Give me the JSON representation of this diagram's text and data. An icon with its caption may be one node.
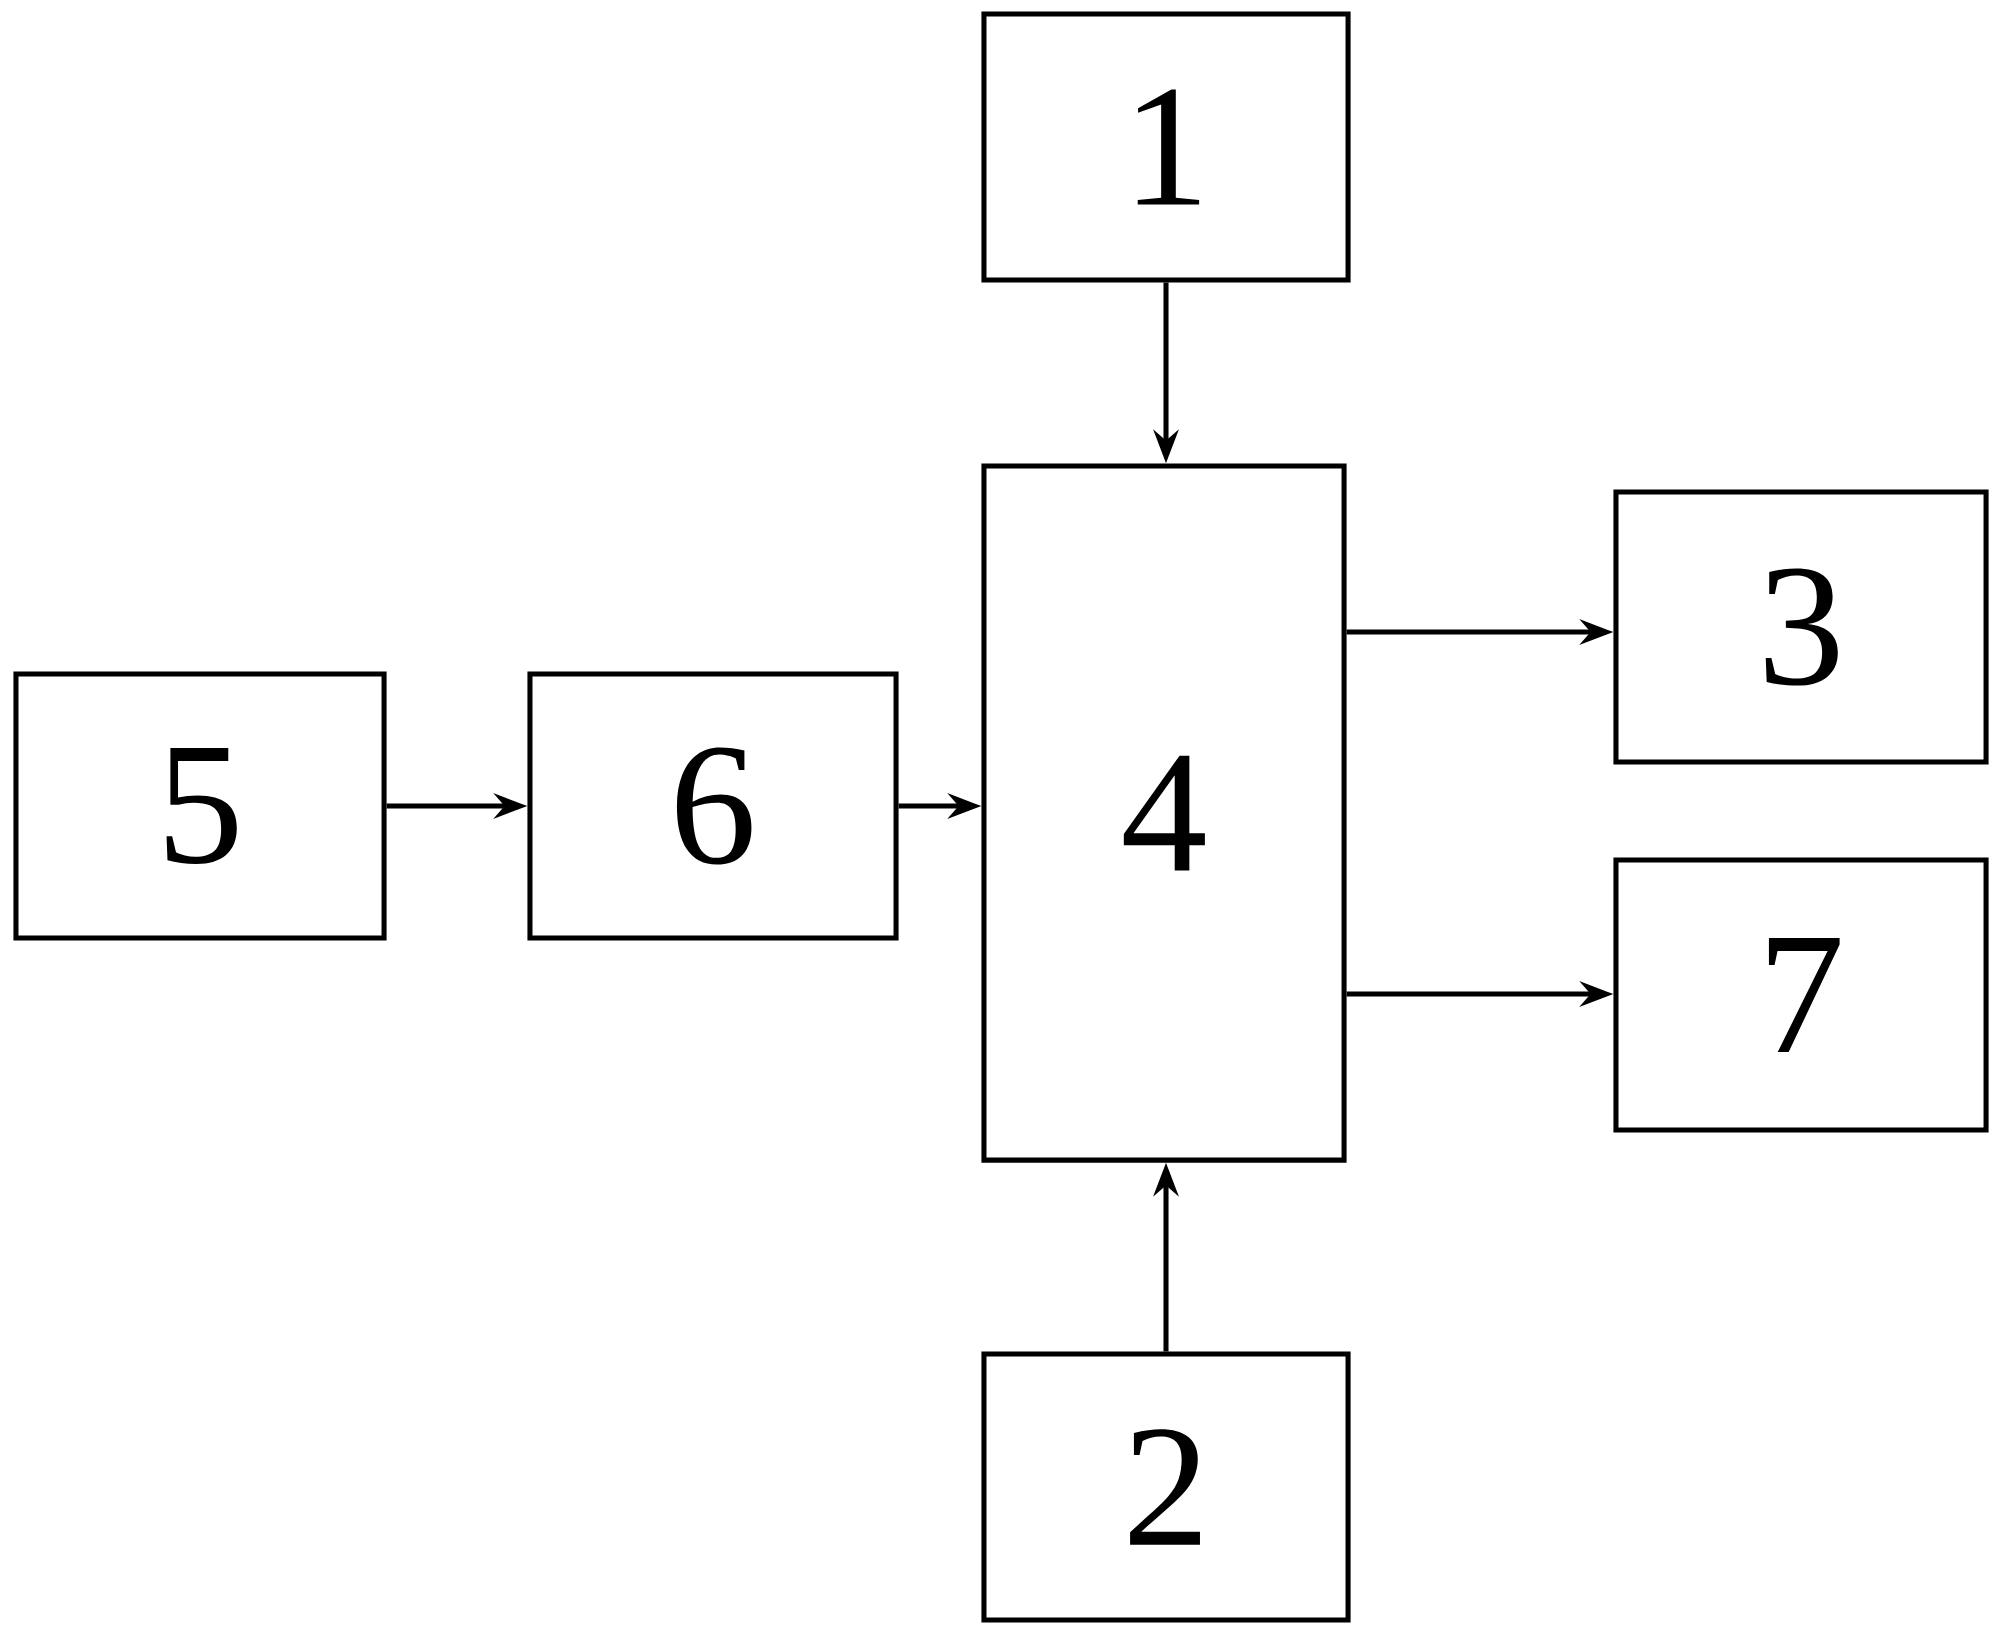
{
  "diagram": {
    "nodes": [
      {
        "text": [
          "1"
        ]
      },
      {
        "text": [
          "4"
        ]
      },
      {
        "text": [
          "3"
        ]
      },
      {
        "text": [
          "5"
        ]
      },
      {
        "text": [
          "6"
        ]
      },
      {
        "text": [
          "7"
        ]
      },
      {
        "text": [
          "2"
        ]
      }
    ],
    "edges": [
      {
        "from": 0,
        "to": 1,
        "arrow": "to"
      },
      {
        "from": 3,
        "to": 4,
        "arrow": "to"
      },
      {
        "from": 4,
        "to": 1,
        "arrow": "to"
      },
      {
        "from": 1,
        "to": 2,
        "arrow": "to"
      },
      {
        "from": 1,
        "to": 5,
        "arrow": "to"
      },
      {
        "from": 6,
        "to": 1,
        "arrow": "to"
      }
    ]
  }
}
